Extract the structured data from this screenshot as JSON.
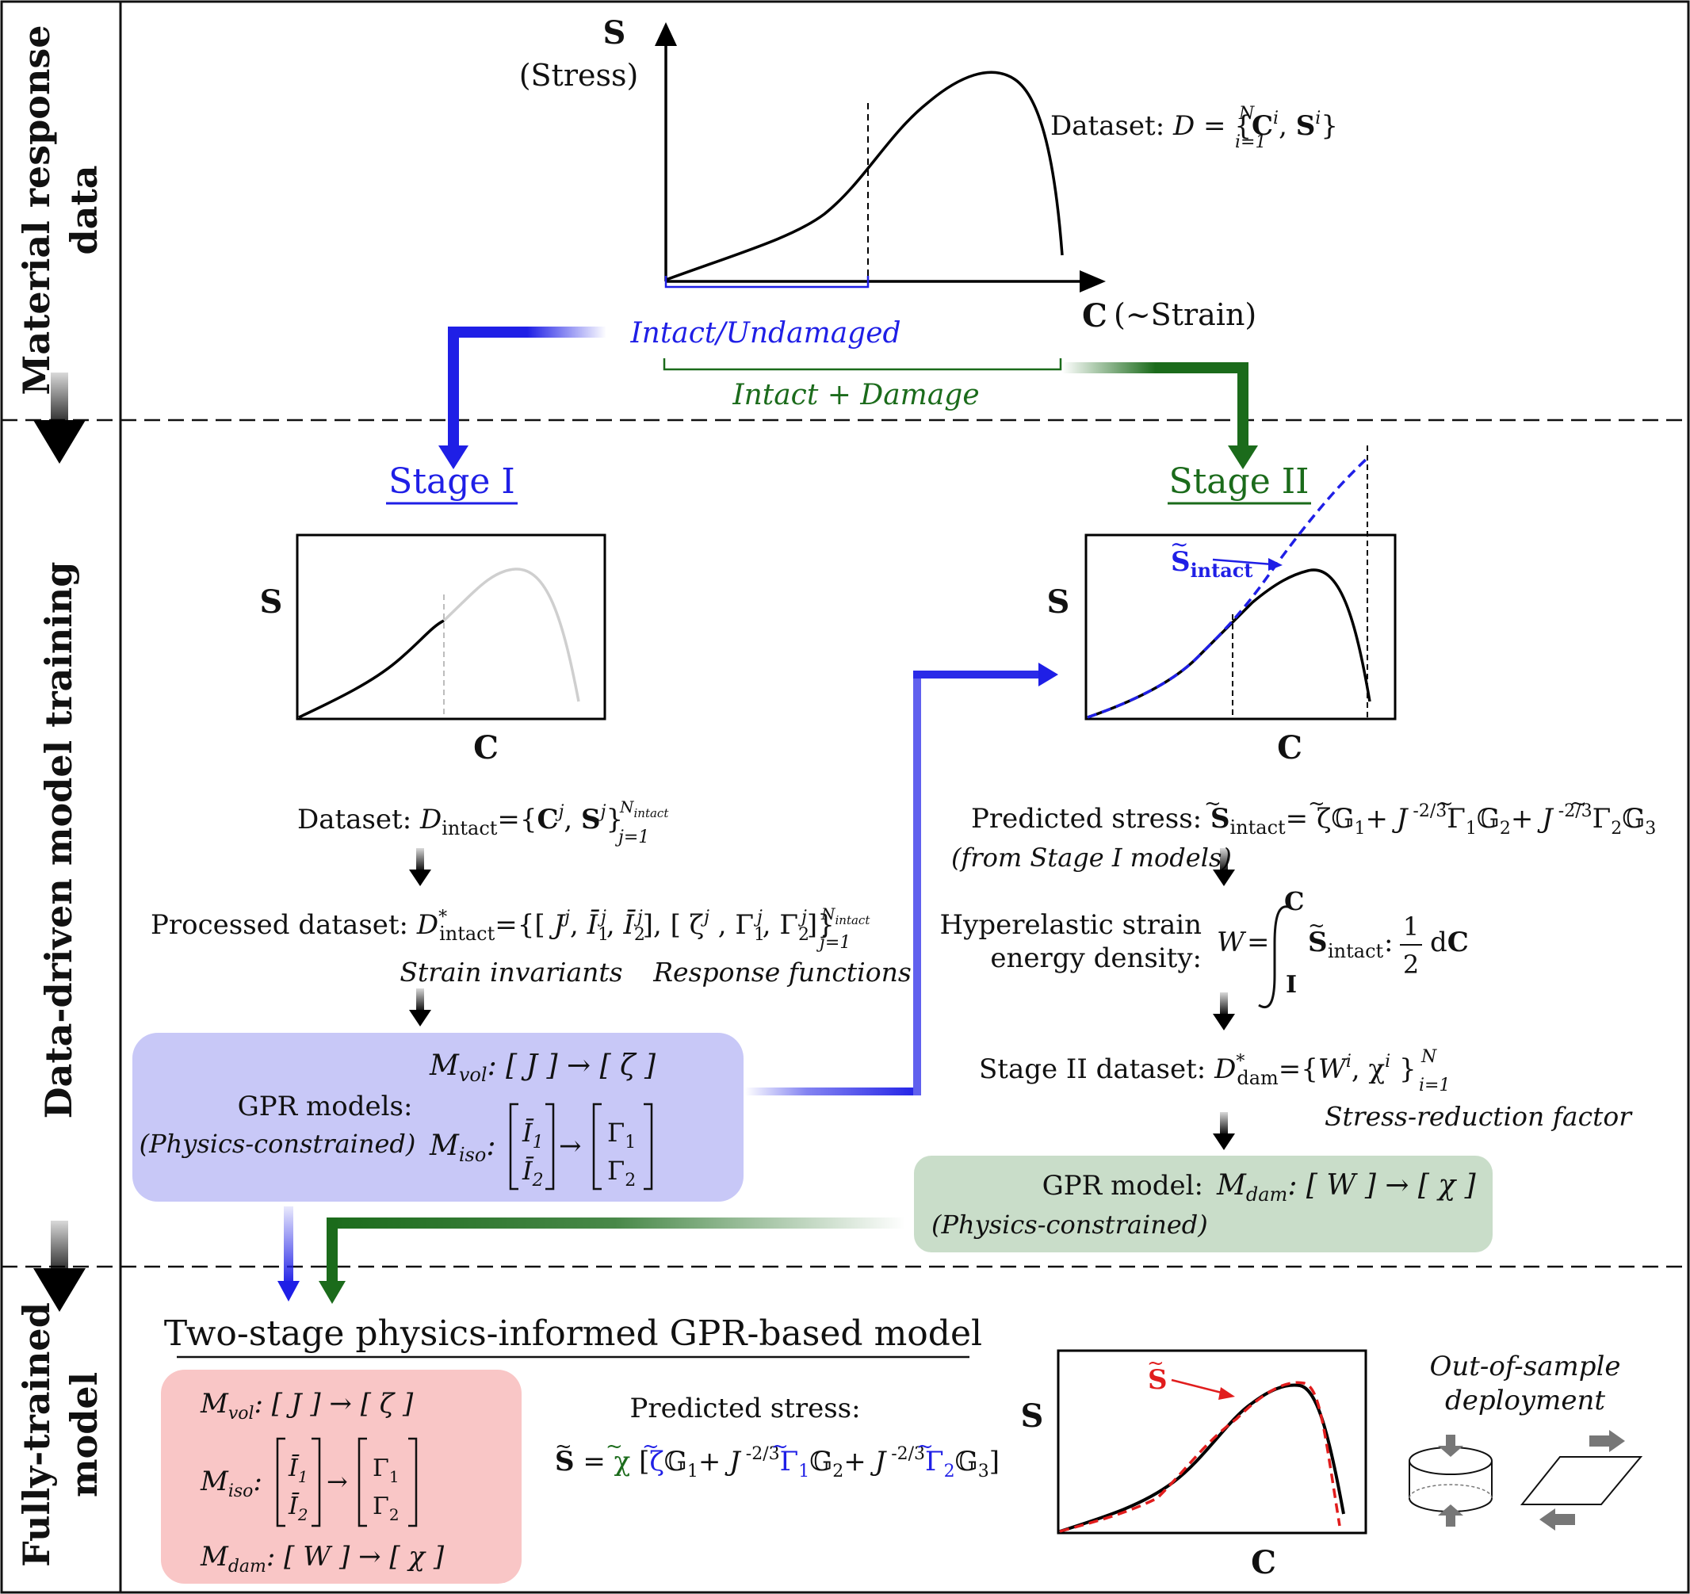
{
  "rows": {
    "row1_label_line1": "Material response",
    "row1_label_line2": "data",
    "row2_label": "Data-driven model training",
    "row3_label_line1": "Fully-trained",
    "row3_label_line2": "model"
  },
  "top_plot": {
    "y_symbol": "S",
    "y_name": "(Stress)",
    "x_symbol": "C",
    "x_name": "(~Strain)",
    "dataset_label": "Dataset: D = {C",
    "dataset_sup_i1": "i",
    "dataset_mid": ", S",
    "dataset_sup_i2": "i",
    "dataset_close": "}",
    "dataset_sup_N": "N",
    "dataset_sub_i1": "i=1",
    "intact_label": "Intact/Undamaged",
    "damage_label": "Intact + Damage"
  },
  "stage1": {
    "title": "Stage I",
    "y": "S",
    "x": "C",
    "dataset_prefix": "Dataset:",
    "dataset_formula": "D",
    "dataset_sub": "intact",
    "dataset_set": "={C",
    "dataset_sup_j": "j",
    "dataset_mid": ", S",
    "dataset_sup_j2": "j",
    "dataset_close": "}",
    "dataset_supN": "N",
    "dataset_supN_sub": "intact",
    "dataset_sub_j1": "j=1",
    "processed_prefix": "Processed dataset:",
    "processed_formula": "D*intact={[ J j, Ī1j, Ī2j], [ ζ j , Γ1j, Γ2j]}",
    "processed_sub_j1": "j=1",
    "processed_supN": "Nintact",
    "strain_invariants": "Strain invariants",
    "response_functions": "Response functions",
    "gpr_title": "GPR models:",
    "gpr_sub": "(Physics-constrained)",
    "mvol": "M",
    "mvol_sub": "vol",
    "mvol_map": ": [ J ] → [ ζ ]",
    "miso": "M",
    "miso_sub": "iso",
    "iso_in1": "Ī",
    "iso_in1_sub": "1",
    "iso_in2": "Ī",
    "iso_in2_sub": "2",
    "iso_out1": "Γ",
    "iso_out1_sub": "1",
    "iso_out2": "Γ",
    "iso_out2_sub": "2"
  },
  "stage2": {
    "title": "Stage II",
    "y": "S",
    "x": "C",
    "s_intact_label": "S",
    "s_intact_sub": "intact",
    "predicted_prefix": "Predicted stress:",
    "predicted_formula": "S̃intact= ζ̃𝔾1+ J -2/3Γ̃1𝔾2+ J -2/3Γ̃2𝔾3",
    "from_stage1": "(from Stage I models)",
    "hyper_line1": "Hyperelastic strain",
    "hyper_line2": "energy density:",
    "w_eq": "W =",
    "int_upper": "C",
    "int_lower": "I",
    "int_body": "S̃intact :",
    "half_num": "1",
    "half_den": "2",
    "dc": "dC",
    "stage2_prefix": "Stage II dataset:",
    "stage2_formula": "D*dam={W i, χ i }",
    "stage2_supN": "N",
    "stage2_sub": "i=1",
    "stress_reduction": "Stress-reduction factor",
    "gpr_title": "GPR model:",
    "gpr_map_m": "M",
    "gpr_map_sub": "dam",
    "gpr_map": ": [ W ] → [ χ ]",
    "gpr_sub": "(Physics-constrained)"
  },
  "final": {
    "title": "Two-stage physics-informed GPR-based model",
    "mvol": "M",
    "mvol_sub": "vol",
    "mvol_map": ": [ J ] → [ ζ ]",
    "miso": "M",
    "miso_sub": "iso",
    "mdam": "M",
    "mdam_sub": "dam",
    "mdam_map": ": [ W ] → [ χ ]",
    "iso_in1": "Ī",
    "iso_in1_sub": "1",
    "iso_in2": "Ī",
    "iso_in2_sub": "2",
    "iso_out1": "Γ",
    "iso_out1_sub": "1",
    "iso_out2": "Γ",
    "iso_out2_sub": "2",
    "predicted_label": "Predicted stress:",
    "pred_s": "S̃",
    "pred_eq": " = ",
    "pred_chi": "χ̃",
    "pred_open": " [",
    "pred_zeta": "ζ̃",
    "pred_g1": "𝔾1+ J",
    "pred_exp1": "-2/3",
    "pred_gamma1": "Γ̃1",
    "pred_g2": "𝔾2+ J",
    "pred_exp2": "-2/3",
    "pred_gamma2": "Γ̃2",
    "pred_g3": "𝔾3]",
    "plot_y": "S",
    "plot_x": "C",
    "plot_s_label": "S̃",
    "deploy_line1": "Out-of-sample",
    "deploy_line2": "deployment"
  },
  "colors": {
    "blue": "#1f1fe6",
    "green": "#1b6b1b",
    "red": "#e11d1d",
    "purple_box": "#c8c8f7",
    "green_box": "#c9ddc9",
    "red_box": "#f9c6c6"
  }
}
